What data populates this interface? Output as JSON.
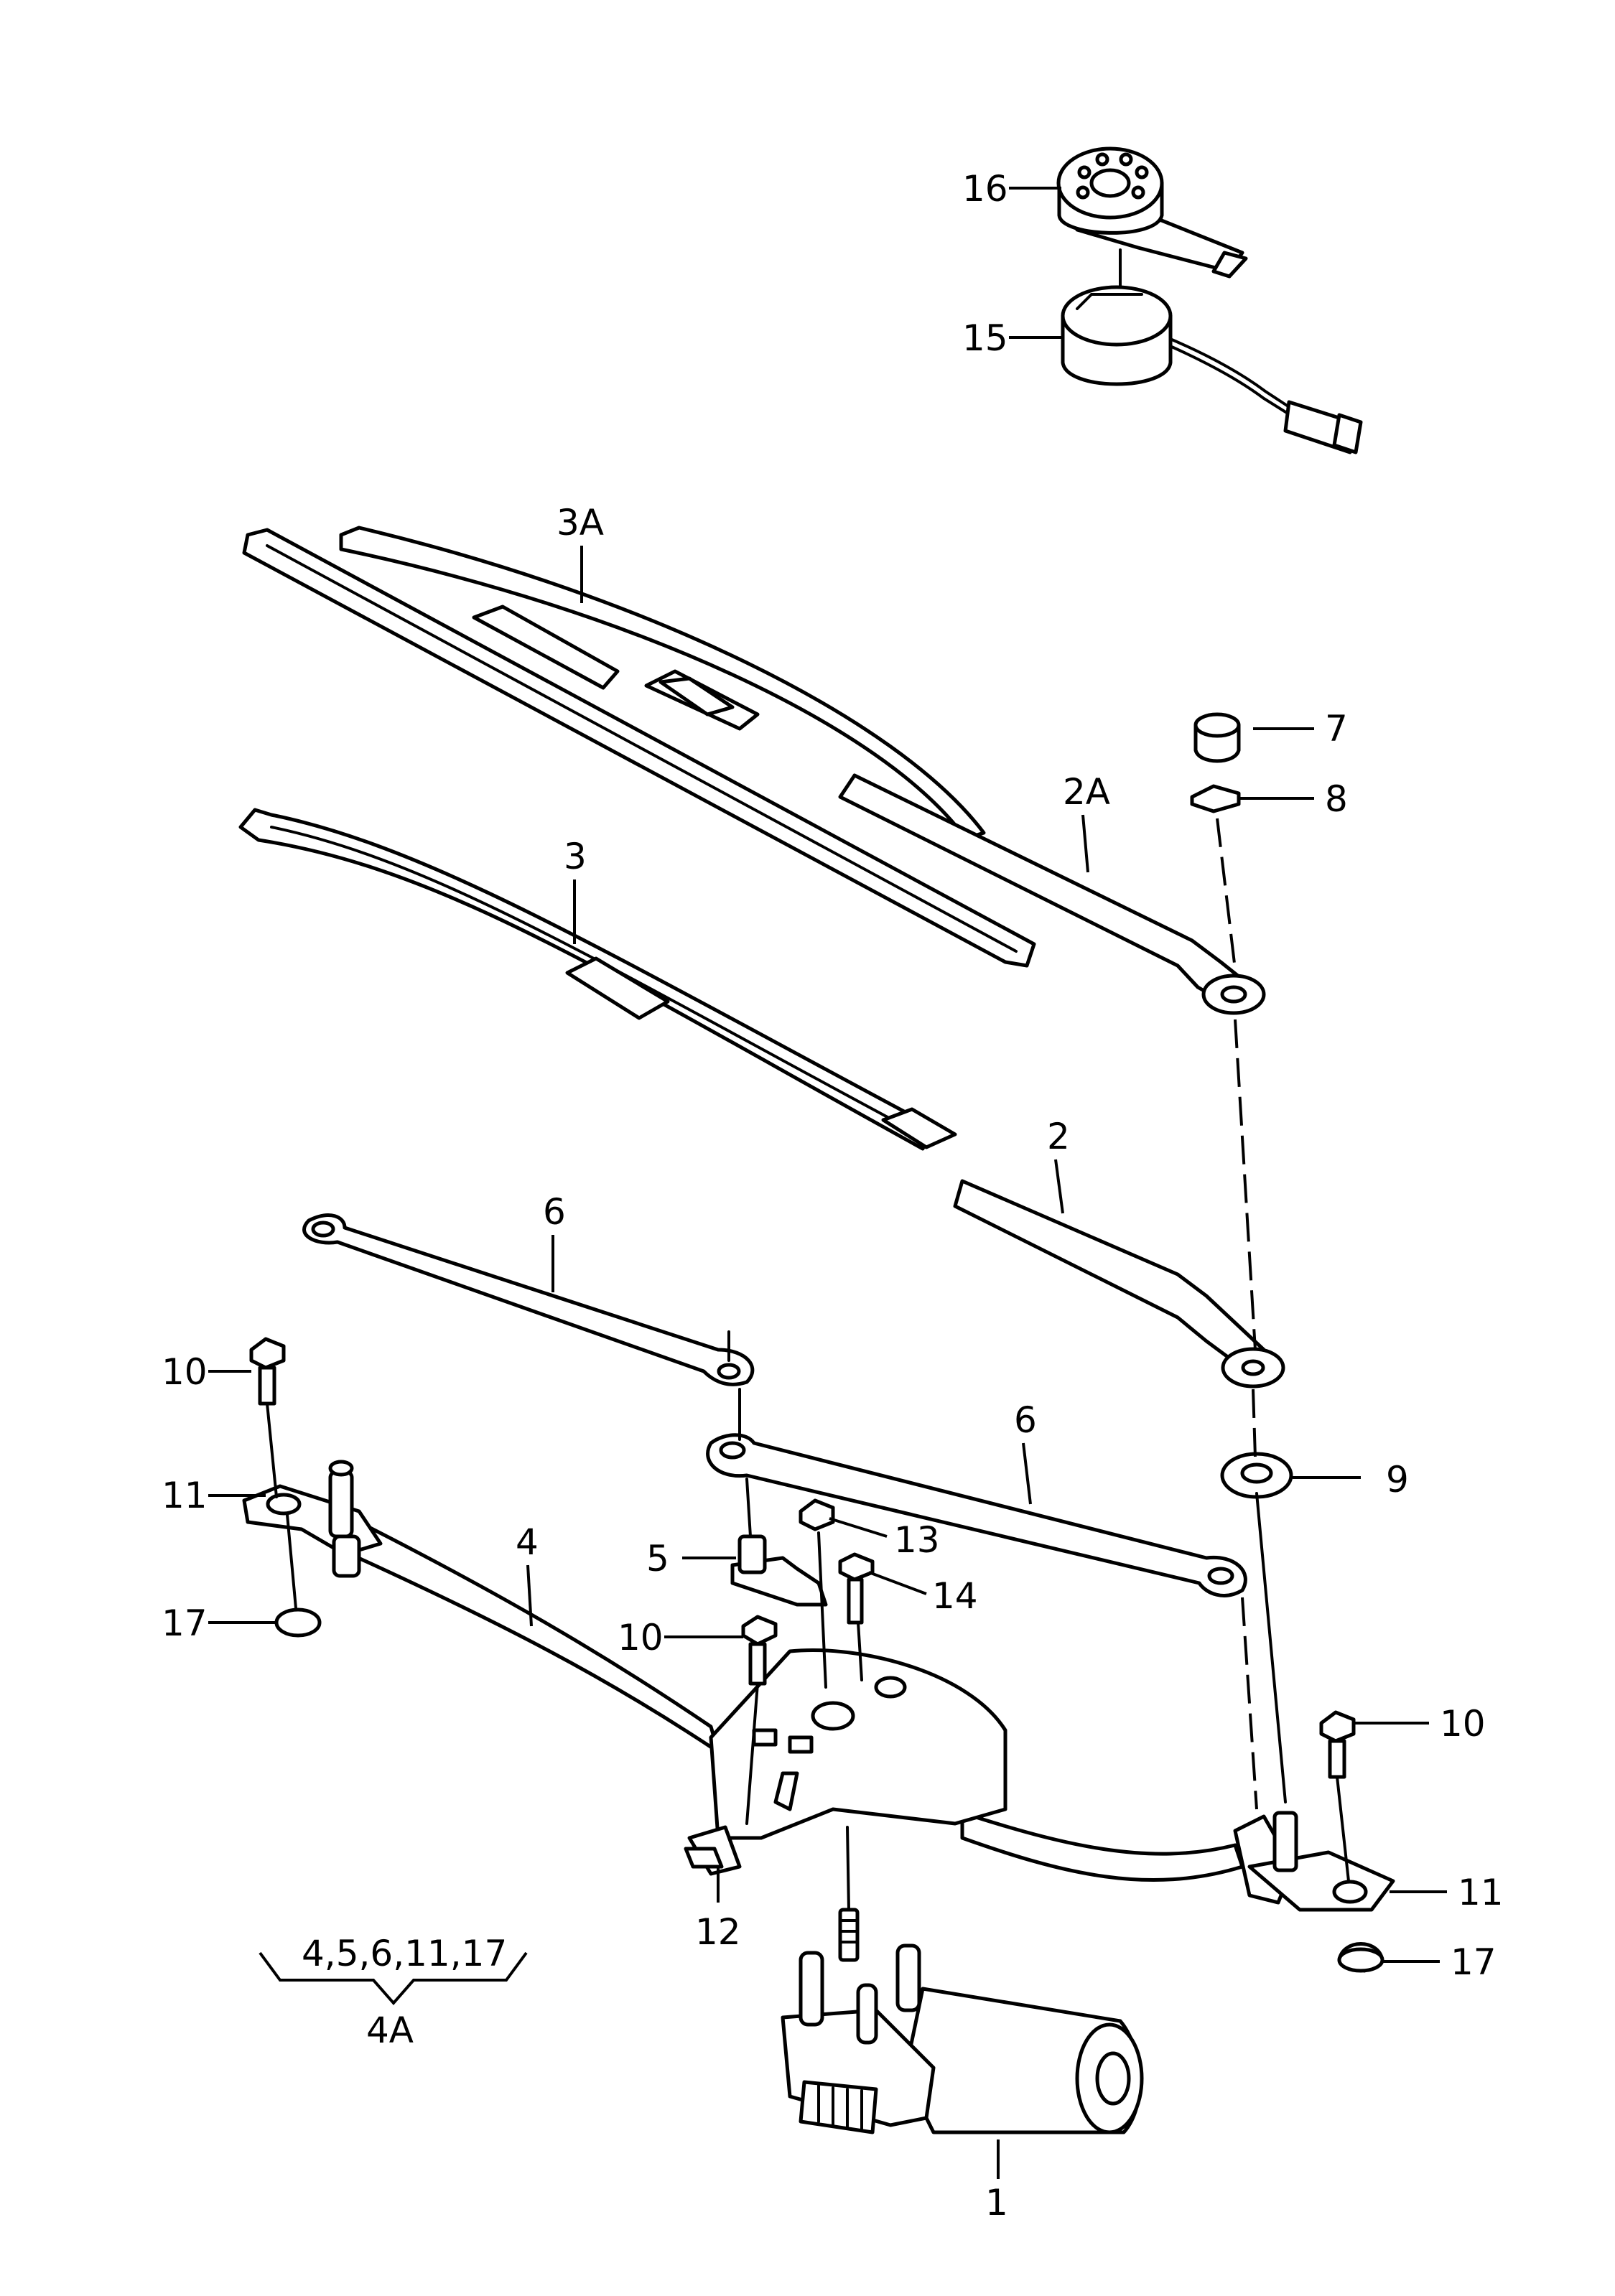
{
  "callouts": {
    "c1": "1",
    "c2": "2",
    "c2A": "2A",
    "c3": "3",
    "c3A": "3A",
    "c4": "4",
    "c4A": "4A",
    "c4A_group": "4,5,6,11,17",
    "c5": "5",
    "c6a": "6",
    "c6b": "6",
    "c7": "7",
    "c8": "8",
    "c9": "9",
    "c10a": "10",
    "c10b": "10",
    "c10c": "10",
    "c11a": "11",
    "c11b": "11",
    "c12": "12",
    "c13": "13",
    "c14": "14",
    "c15": "15",
    "c16": "16",
    "c17a": "17",
    "c17b": "17"
  }
}
